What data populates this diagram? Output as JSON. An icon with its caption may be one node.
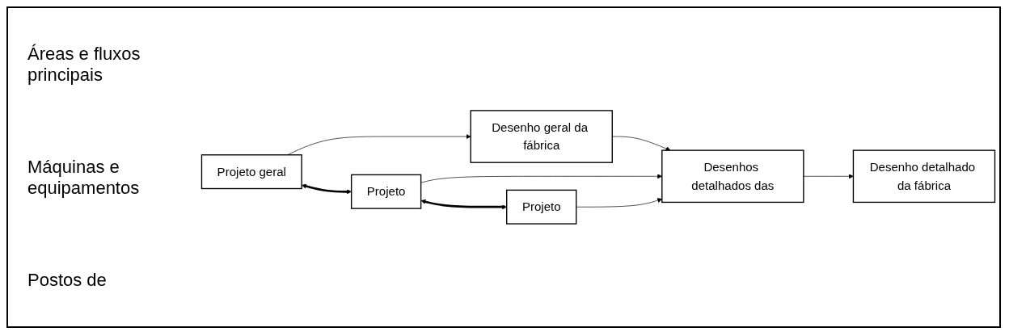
{
  "diagram": {
    "nodes": [
      {
        "text": [
          "Projeto geral"
        ]
      },
      {
        "text": [
          "Desenho geral da fábrica"
        ]
      },
      {
        "text": [
          "Projeto"
        ]
      },
      {
        "text": [
          "Desenhos detalhados das"
        ]
      },
      {
        "text": [
          "Projeto"
        ]
      },
      {
        "text": [
          "Desenho detalhado da fábrica"
        ]
      }
    ],
    "edges": [
      {
        "from": 0,
        "to": 1,
        "arrow": "to"
      },
      {
        "from": 0,
        "to": 2,
        "arrow": "both",
        "style": "thick"
      },
      {
        "from": 1,
        "to": 3,
        "arrow": "to"
      },
      {
        "from": 2,
        "to": 3,
        "arrow": "to"
      },
      {
        "from": 4,
        "to": 3,
        "arrow": "to"
      },
      {
        "from": 2,
        "to": 4,
        "arrow": "both",
        "style": "thick"
      },
      {
        "from": 3,
        "to": 5,
        "arrow": "to"
      }
    ],
    "labels": [
      "Áreas e fluxos principais",
      "Máquinas e equipamentos",
      "Postos de"
    ]
  }
}
